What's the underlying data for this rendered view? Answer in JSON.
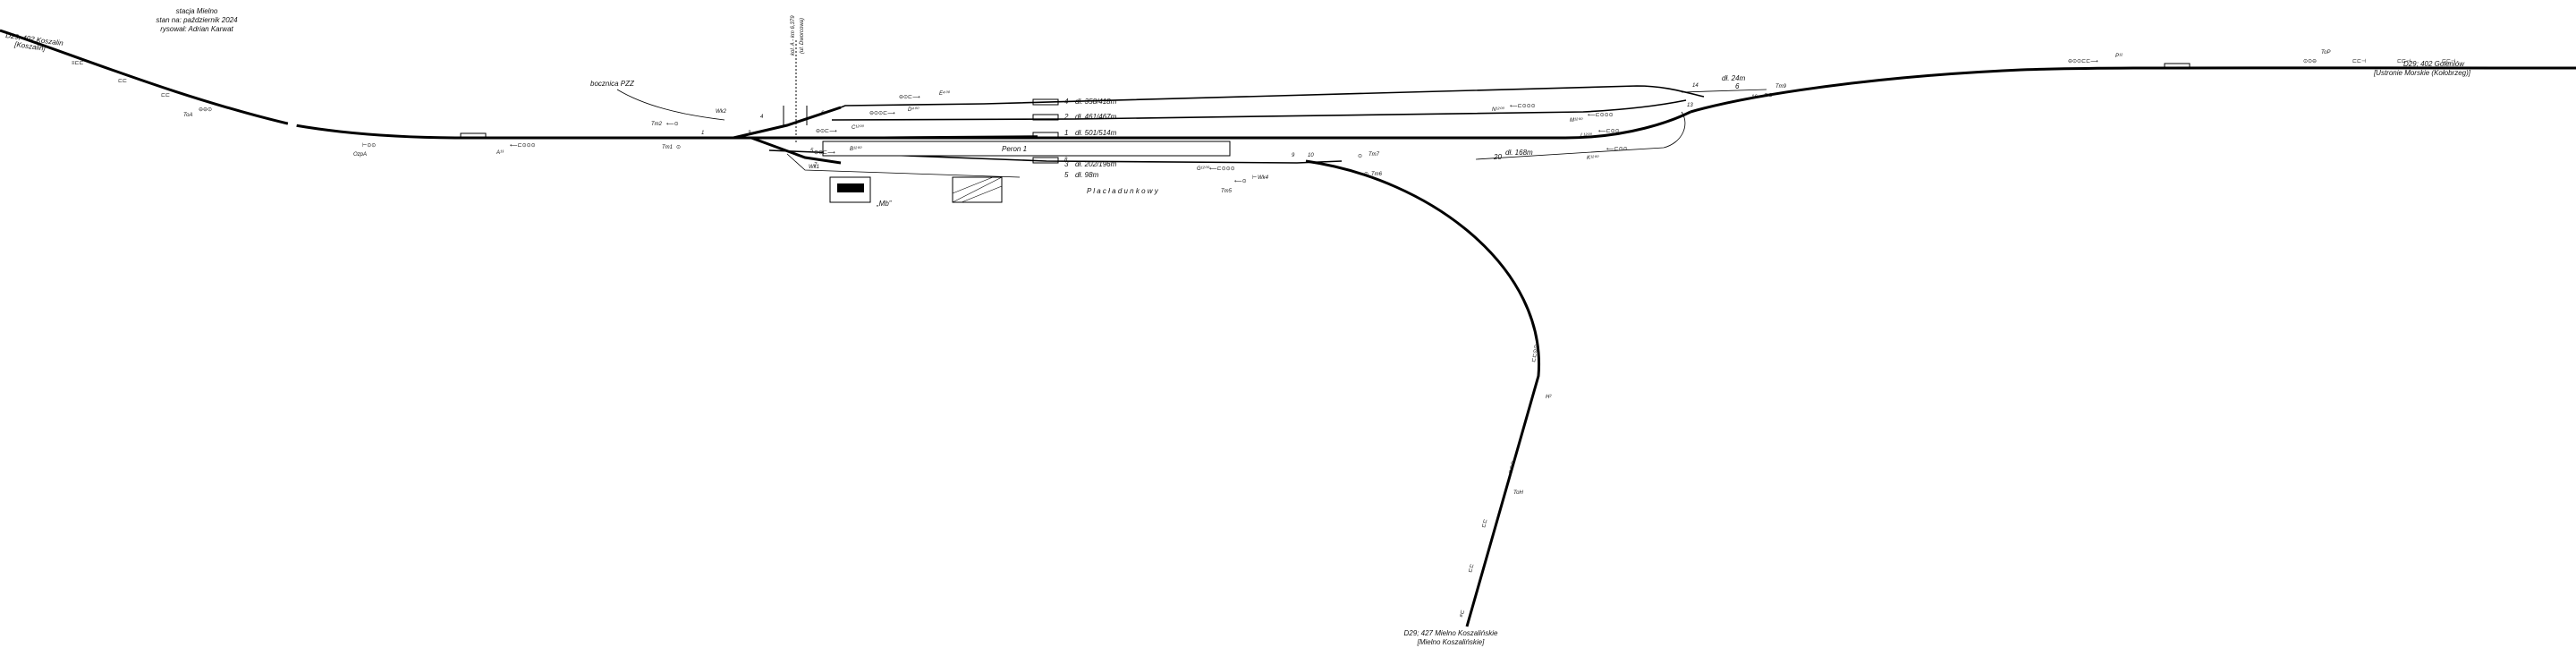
{
  "header": {
    "station_line": "stacja Mielno",
    "state_line": "stan na: październik 2024",
    "author_line": "rysował: Adrian Karwat"
  },
  "directions": {
    "west_line": "D29; 402 Koszalin",
    "west_sub": "[Koszalin]",
    "east_line": "D29; 402 Goleniów",
    "east_sub": "[Ustronie Morskie (Kołobrzeg)]",
    "south_line": "D29; 427 Mielno Koszalińskie",
    "south_sub": "[Mielno Koszalińskie]",
    "bocznica": "bocznica PZZ",
    "kol_line": "kol. A - km 6,379",
    "kol_sub": "(ul. Dworcowa)"
  },
  "signals": {
    "ToA": "ToA",
    "OzpA": "OzpA",
    "A": "A¹³",
    "Tm2": "Tm2",
    "Tm1": "Tm1",
    "Wk1": "Wk1",
    "Wk2": "Wk2",
    "E": "E⁴⁰⁰",
    "D": "D⁴⁰⁰",
    "C": "C¹²⁰⁰",
    "B": "B¹²⁰⁰",
    "G": "G¹²⁰⁰",
    "Tm5": "Tm5",
    "Wk4": "Wk4",
    "Tm6": "Tm6",
    "Tm7": "Tm7",
    "N": "N¹²⁰⁰",
    "M": "M¹²⁰⁰",
    "L": "L¹²⁰⁰",
    "K": "K¹²⁰⁰",
    "Tm9": "Tm9",
    "P": "P¹²",
    "ToP": "ToP",
    "H": "H²",
    "ToH": "ToH"
  },
  "tracks": [
    {
      "no": "4",
      "len": "dł. 358/418m"
    },
    {
      "no": "2",
      "len": "dł. 461/467m"
    },
    {
      "no": "1",
      "len": "dł. 501/514m"
    },
    {
      "no": "3",
      "len": "dł. 202/196m"
    },
    {
      "no": "5",
      "len": "dł. 98m"
    },
    {
      "no": "6",
      "len": "dł. 24m"
    },
    {
      "no": "20",
      "len": "dł. 168m"
    }
  ],
  "switches": [
    "1",
    "3",
    "4",
    "5",
    "6",
    "7",
    "8",
    "9",
    "10",
    "13",
    "14",
    "16"
  ],
  "labels": {
    "peron": "Peron 1",
    "plac": "P l a c   ł a d u n k o w y",
    "magazyn": "„Mb”"
  }
}
